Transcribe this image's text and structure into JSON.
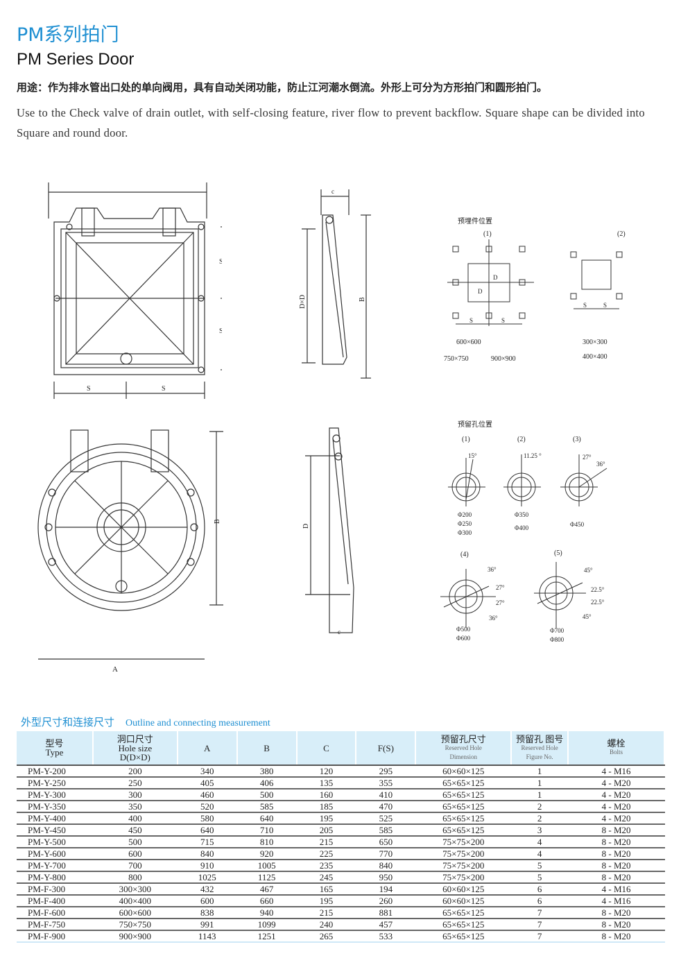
{
  "header": {
    "title_cn": "PM系列拍门",
    "title_en": "PM Series Door",
    "purpose_cn": "用途：作为排水管出口处的单向阀用，具有自动关闭功能，防止江河潮水倒流。外形上可分为方形拍门和圆形拍门。",
    "purpose_en": "Use to the Check valve of drain outlet, with self-closing feature, river flow to prevent backflow. Square shape can be divided into Square and round door."
  },
  "drawings": {
    "square_front": {
      "s": "S"
    },
    "square_side": {
      "c": "c",
      "dxd": "D×D",
      "b": "B"
    },
    "embedded": {
      "title": "预埋件位置",
      "fig1": "(1)",
      "fig2": "(2)",
      "d": "D",
      "s": "S",
      "sizes1": [
        "600×600",
        "750×750",
        "900×900"
      ],
      "sizes2": [
        "300×300",
        "400×400"
      ]
    },
    "round_front": {
      "a": "A",
      "b": "B"
    },
    "round_side": {
      "d": "D",
      "c": "c"
    },
    "reserved": {
      "title": "预留孔位置",
      "figs": [
        "(1)",
        "(2)",
        "(3)",
        "(4)",
        "(5)"
      ],
      "fig1_angle": "15°",
      "fig1_sizes": [
        "Φ200",
        "Φ250",
        "Φ300"
      ],
      "fig2_angle": "11.25 °",
      "fig2_sizes": [
        "Φ350",
        "Φ400"
      ],
      "fig3_angles": [
        "27°",
        "36°"
      ],
      "fig3_sizes": [
        "Φ450"
      ],
      "fig4_angles": [
        "36°",
        "27°",
        "27°",
        "36°"
      ],
      "fig4_sizes": [
        "Φ500",
        "Φ600"
      ],
      "fig5_angles": [
        "45°",
        "22.5°",
        "22.5°",
        "45°"
      ],
      "fig5_sizes": [
        "Φ700",
        "Φ800"
      ]
    }
  },
  "table": {
    "title_cn": "外型尺寸和连接尺寸",
    "title_en": "Outline and connecting measurement",
    "headers": [
      {
        "cn": "型号",
        "en": "Type"
      },
      {
        "cn": "洞口尺寸",
        "en": "Hole size",
        "en2": "D(D×D)"
      },
      {
        "en": "A"
      },
      {
        "en": "B"
      },
      {
        "en": "C"
      },
      {
        "en": "F(S)"
      },
      {
        "cn": "预留孔尺寸",
        "en": "Reserved Hole",
        "en2": "Dimension"
      },
      {
        "cn": "预留孔 图号",
        "en": "Reserved Hole",
        "en2": "Figure No."
      },
      {
        "cn": "螺栓",
        "en": "Bolts"
      }
    ],
    "rows": [
      [
        "PM-Y-200",
        "200",
        "340",
        "380",
        "120",
        "295",
        "60×60×125",
        "1",
        "4 - M16"
      ],
      [
        "PM-Y-250",
        "250",
        "405",
        "406",
        "135",
        "355",
        "65×65×125",
        "1",
        "4 - M20"
      ],
      [
        "PM-Y-300",
        "300",
        "460",
        "500",
        "160",
        "410",
        "65×65×125",
        "1",
        "4 - M20"
      ],
      [
        "PM-Y-350",
        "350",
        "520",
        "585",
        "185",
        "470",
        "65×65×125",
        "2",
        "4 - M20"
      ],
      [
        "PM-Y-400",
        "400",
        "580",
        "640",
        "195",
        "525",
        "65×65×125",
        "2",
        "4 - M20"
      ],
      [
        "PM-Y-450",
        "450",
        "640",
        "710",
        "205",
        "585",
        "65×65×125",
        "3",
        "8 - M20"
      ],
      [
        "PM-Y-500",
        "500",
        "715",
        "810",
        "215",
        "650",
        "75×75×200",
        "4",
        "8 - M20"
      ],
      [
        "PM-Y-600",
        "600",
        "840",
        "920",
        "225",
        "770",
        "75×75×200",
        "4",
        "8 - M20"
      ],
      [
        "PM-Y-700",
        "700",
        "910",
        "1005",
        "235",
        "840",
        "75×75×200",
        "5",
        "8 - M20"
      ],
      [
        "PM-Y-800",
        "800",
        "1025",
        "1125",
        "245",
        "950",
        "75×75×200",
        "5",
        "8 - M20"
      ],
      [
        "PM-F-300",
        "300×300",
        "432",
        "467",
        "165",
        "194",
        "60×60×125",
        "6",
        "4 - M16"
      ],
      [
        "PM-F-400",
        "400×400",
        "600",
        "660",
        "195",
        "260",
        "60×60×125",
        "6",
        "4 - M16"
      ],
      [
        "PM-F-600",
        "600×600",
        "838",
        "940",
        "215",
        "881",
        "65×65×125",
        "7",
        "8 - M20"
      ],
      [
        "PM-F-750",
        "750×750",
        "991",
        "1099",
        "240",
        "457",
        "65×65×125",
        "7",
        "8 - M20"
      ],
      [
        "PM-F-900",
        "900×900",
        "1143",
        "1251",
        "265",
        "533",
        "65×65×125",
        "7",
        "8 - M20"
      ]
    ]
  }
}
